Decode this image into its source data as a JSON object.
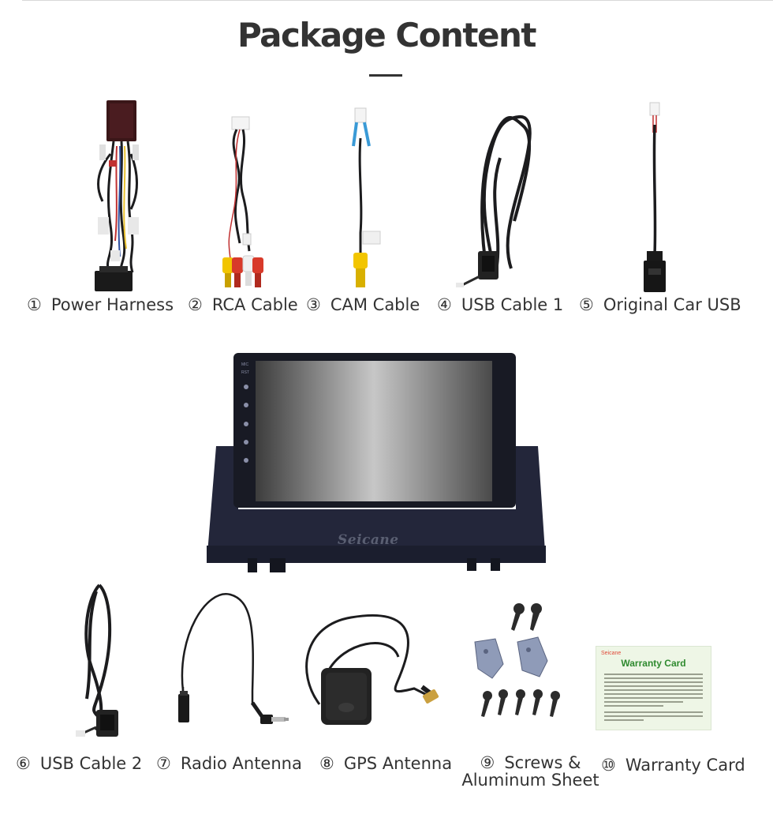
{
  "page": {
    "title": "Package Content"
  },
  "items": [
    {
      "num": "①",
      "label": "Power Harness",
      "icon": "power-harness"
    },
    {
      "num": "②",
      "label": "RCA Cable",
      "icon": "rca-cable"
    },
    {
      "num": "③",
      "label": "CAM Cable",
      "icon": "cam-cable"
    },
    {
      "num": "④",
      "label": "USB Cable 1",
      "icon": "usb-cable"
    },
    {
      "num": "⑤",
      "label": "Original Car USB",
      "icon": "usb-socket-cable"
    },
    {
      "num": "⑥",
      "label": "USB Cable 2",
      "icon": "usb-cable"
    },
    {
      "num": "⑦",
      "label": "Radio Antenna",
      "icon": "radio-antenna"
    },
    {
      "num": "⑧",
      "label": "GPS Antenna",
      "icon": "gps-antenna"
    },
    {
      "num": "⑨",
      "label_line1": "Screws &",
      "label_line2": "Aluminum Sheet",
      "icon": "screws"
    },
    {
      "num": "⑩",
      "label": "Warranty Card",
      "icon": "warranty-card"
    }
  ],
  "head_unit": {
    "brand": "Seicane",
    "side_labels": [
      "MIC",
      "RST"
    ]
  },
  "warranty_card": {
    "brand": "Seicane",
    "title": "Warranty Card"
  },
  "colors": {
    "title": "#333333",
    "label": "#333333",
    "cable": "#1c1c1e",
    "rca_yellow": "#f2c500",
    "rca_red": "#d83a2a",
    "rca_white": "#f0f0f0",
    "warranty_bg": "#eef6e6",
    "warranty_title": "#2f8a2f",
    "warranty_brand": "#e04a3a"
  }
}
